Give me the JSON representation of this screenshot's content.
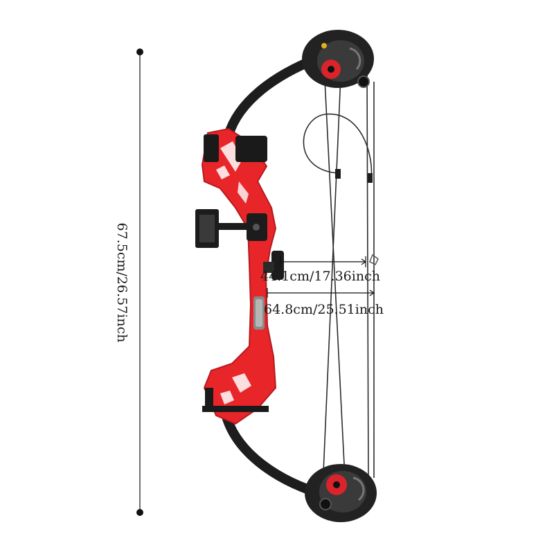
{
  "image": {
    "subject": "compound bow",
    "colors": {
      "riser": "#e8262a",
      "riser_shadow": "#b51a1e",
      "limbs": "#1d1d1d",
      "cams": "#222222",
      "cam_accent": "#d8242a",
      "strings": "#2b2b2b",
      "dimension_lines": "#111111",
      "background": "#ffffff"
    }
  },
  "dimensions": {
    "height_label": "67.5cm/26.57inch",
    "brace_height_label": "44.1cm/17.36inch",
    "axle_to_axle_label": "64.8cm/25.51inch"
  }
}
